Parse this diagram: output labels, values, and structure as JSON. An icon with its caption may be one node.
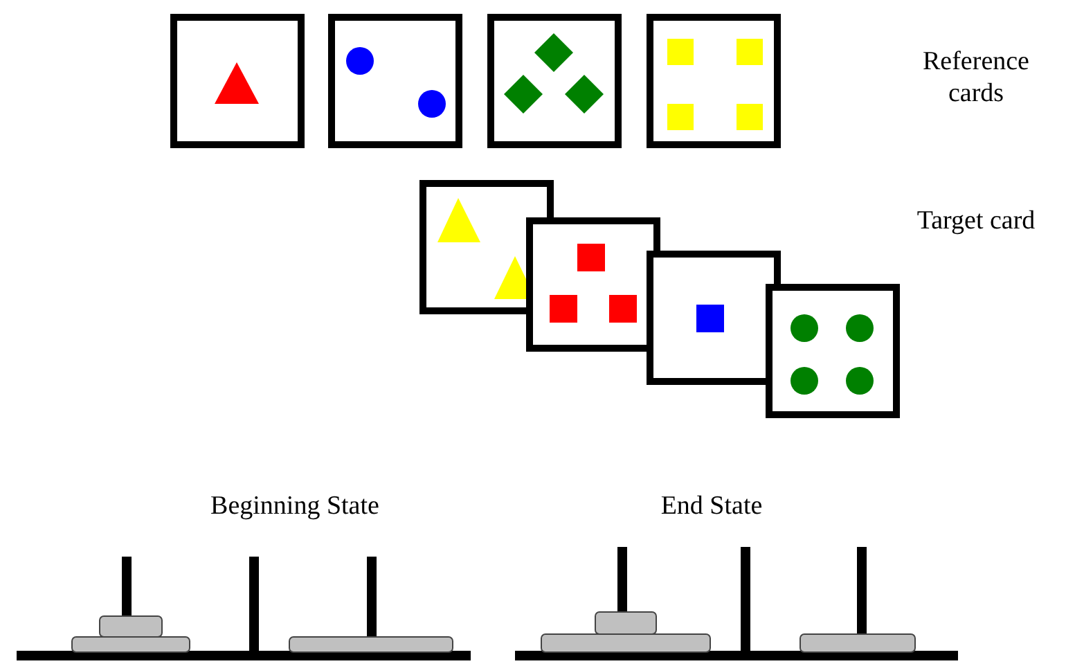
{
  "diagram": {
    "labels": [
      "Reference cards",
      "Target card",
      "Beginning State",
      "End State"
    ]
  }
}
